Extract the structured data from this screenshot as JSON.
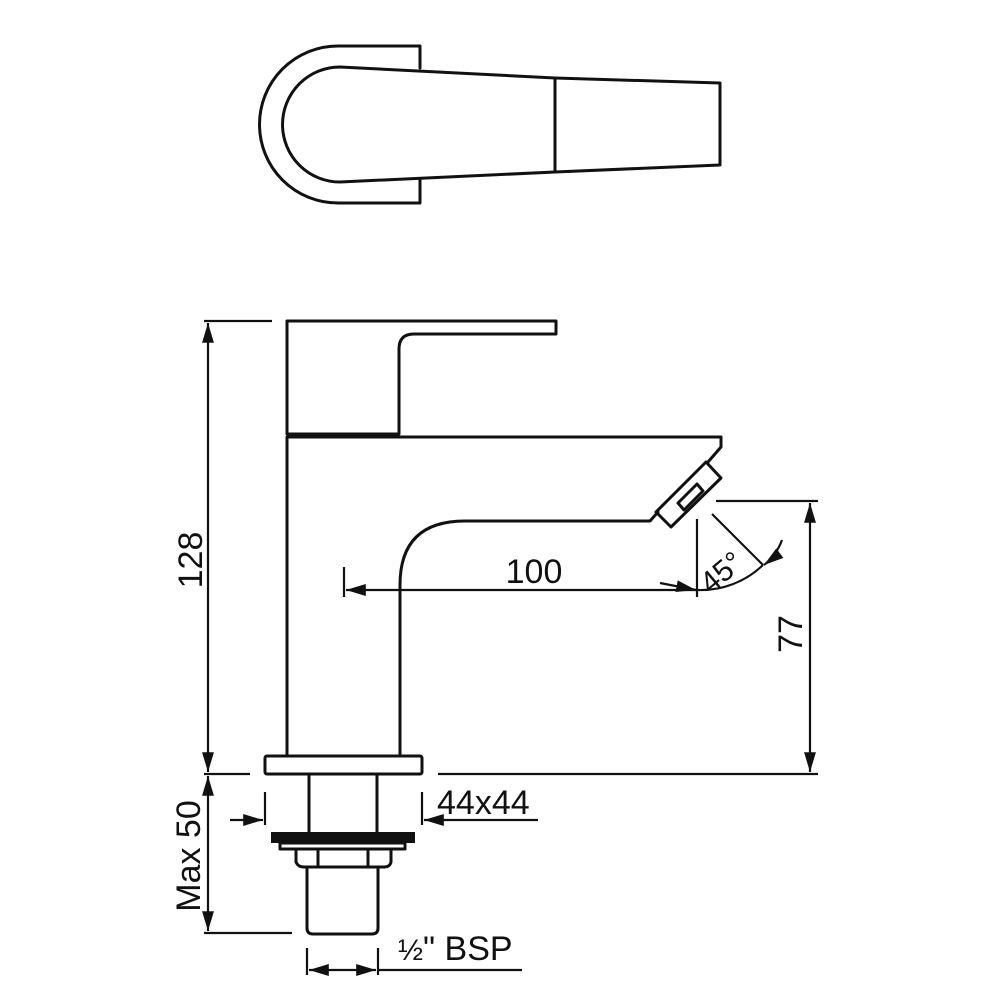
{
  "drawing": {
    "title": "Pillar tap technical drawing",
    "views": [
      "top-view",
      "side-elevation"
    ],
    "line_color": "#111111",
    "background": "#ffffff"
  },
  "dimensions": {
    "height_total": "128",
    "spout_reach": "100",
    "spout_angle": "45°",
    "spout_height": "77",
    "base_size": "44x44",
    "max_panel": "Max 50",
    "thread_fraction": "½",
    "thread_label": "\" BSP"
  }
}
